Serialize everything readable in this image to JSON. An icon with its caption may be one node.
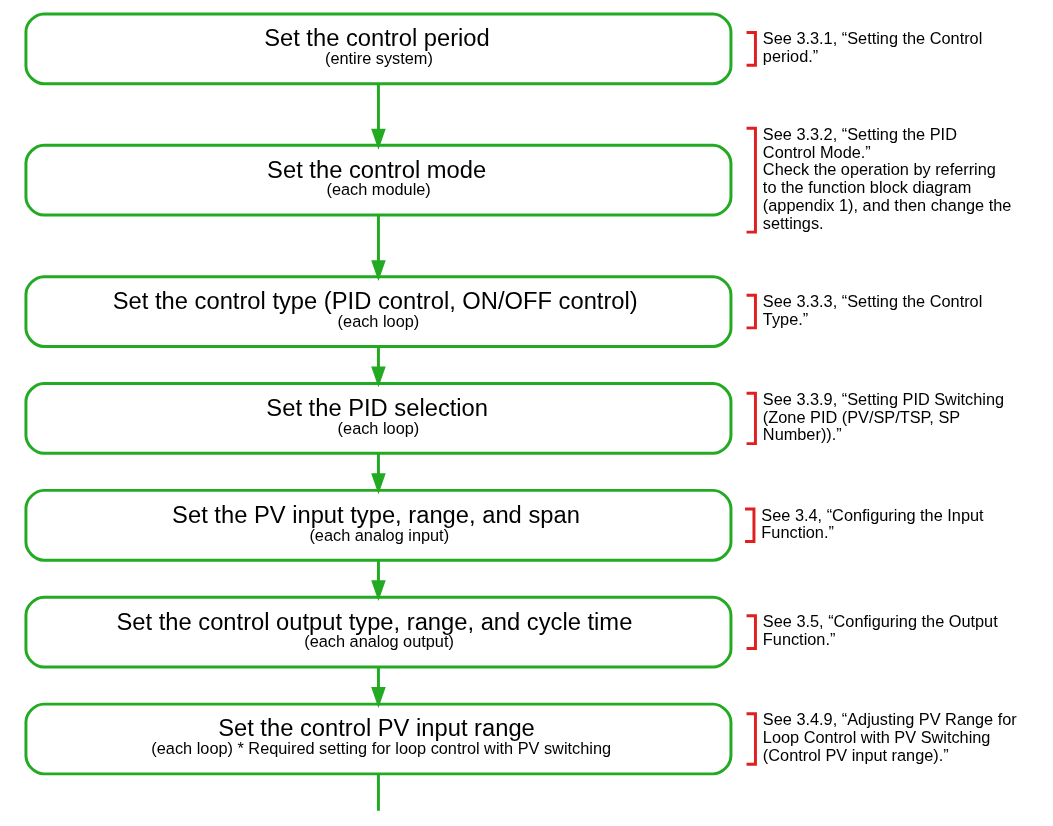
{
  "diagram": {
    "nodes": [
      {
        "text": [
          "Set the control period",
          "(entire system)"
        ],
        "beside": [
          "See 3.3.1, “Setting the Control period.”"
        ]
      },
      {
        "text": [
          "Set the control mode",
          "(each module)"
        ],
        "beside": [
          "See 3.3.2, “Setting the PID Control Mode.”",
          "Check the operation by referring to the function block diagram (appendix 1), and then change the settings."
        ]
      },
      {
        "text": [
          "Set the control type (PID control, ON/OFF control)",
          "(each loop)"
        ],
        "beside": [
          "See 3.3.3, “Setting the Control Type.”"
        ]
      },
      {
        "text": [
          "Set the PID selection",
          "(each loop)"
        ],
        "beside": [
          "See 3.3.9, “Setting PID Switching (Zone PID (PV/SP/TSP, SP Number)).”"
        ]
      },
      {
        "text": [
          "Set the PV input type, range, and span",
          "(each analog input)"
        ],
        "beside": [
          "See 3.4, “Configuring the Input Function.”"
        ]
      },
      {
        "text": [
          "Set the control output type, range, and cycle time",
          "(each analog output)"
        ],
        "beside": [
          "See 3.5, “Configuring the Output Function.”"
        ]
      },
      {
        "text": [
          "Set the control PV input range",
          "(each loop) * Required setting for loop control with PV switching"
        ],
        "beside": [
          "See 3.4.9, “Adjusting PV Range for Loop Control with PV Switching (Control PV input range).”"
        ]
      }
    ],
    "edges": [
      {
        "from": 0,
        "to": 1,
        "arrow": "to"
      },
      {
        "from": 1,
        "to": 2,
        "arrow": "to"
      },
      {
        "from": 2,
        "to": 3,
        "arrow": "to"
      },
      {
        "from": 3,
        "to": 4,
        "arrow": "to"
      },
      {
        "from": 4,
        "to": 5,
        "arrow": "to"
      },
      {
        "from": 5,
        "to": 6,
        "arrow": "to"
      },
      {
        "from": 6,
        "to": null,
        "arrow": "none"
      }
    ]
  }
}
